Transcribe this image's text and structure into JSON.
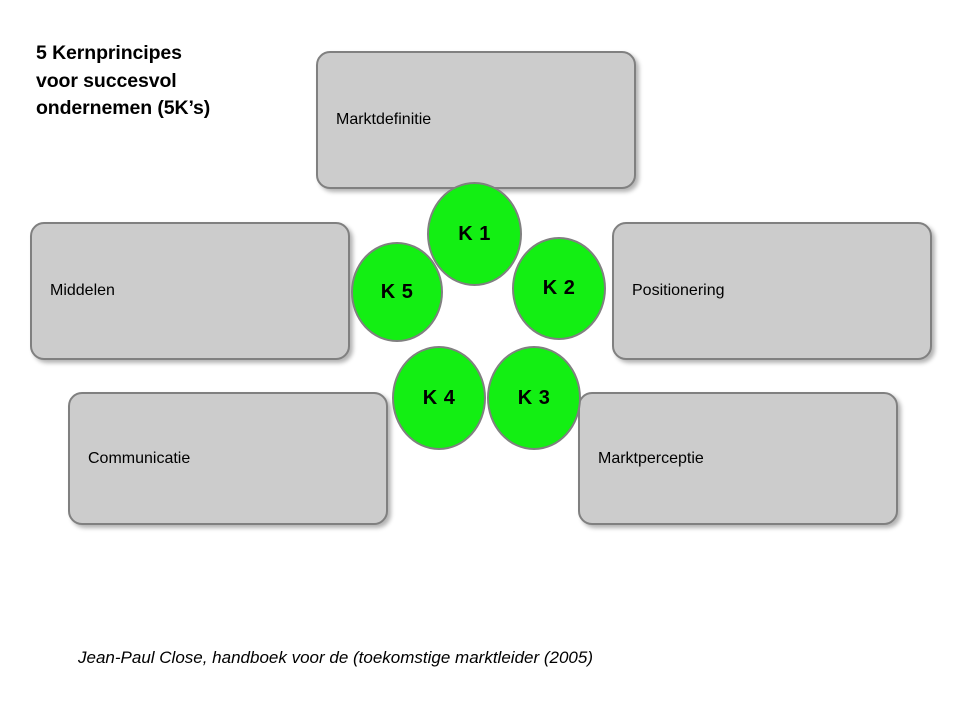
{
  "slide": {
    "title": "5 Kernprincipes\nvoor succesvol\nondernemen (5K’s)",
    "source_note": "Jean-Paul Close, handboek voor de (toekomstige marktleider (2005)"
  },
  "colors": {
    "box_fill": "#cccccc",
    "box_border": "#808080",
    "circle_fill": "#13ef13",
    "circle_border": "#808080",
    "text": "#000000",
    "background": "#ffffff"
  },
  "boxes": [
    {
      "id": "marktdefinitie",
      "label": "Marktdefinitie",
      "position": "top"
    },
    {
      "id": "middelen",
      "label": "Middelen",
      "position": "left"
    },
    {
      "id": "positionering",
      "label": "Positionering",
      "position": "right"
    },
    {
      "id": "communicatie",
      "label": "Communicatie",
      "position": "bottom-left"
    },
    {
      "id": "marktperceptie",
      "label": "Marktperceptie",
      "position": "bottom-right"
    }
  ],
  "circles": [
    {
      "id": "k1",
      "label": "K 1",
      "linked_box": "marktdefinitie"
    },
    {
      "id": "k2",
      "label": "K 2",
      "linked_box": "positionering"
    },
    {
      "id": "k3",
      "label": "K 3",
      "linked_box": "marktperceptie"
    },
    {
      "id": "k4",
      "label": "K 4",
      "linked_box": "communicatie"
    },
    {
      "id": "k5",
      "label": "K 5",
      "linked_box": "middelen"
    }
  ]
}
